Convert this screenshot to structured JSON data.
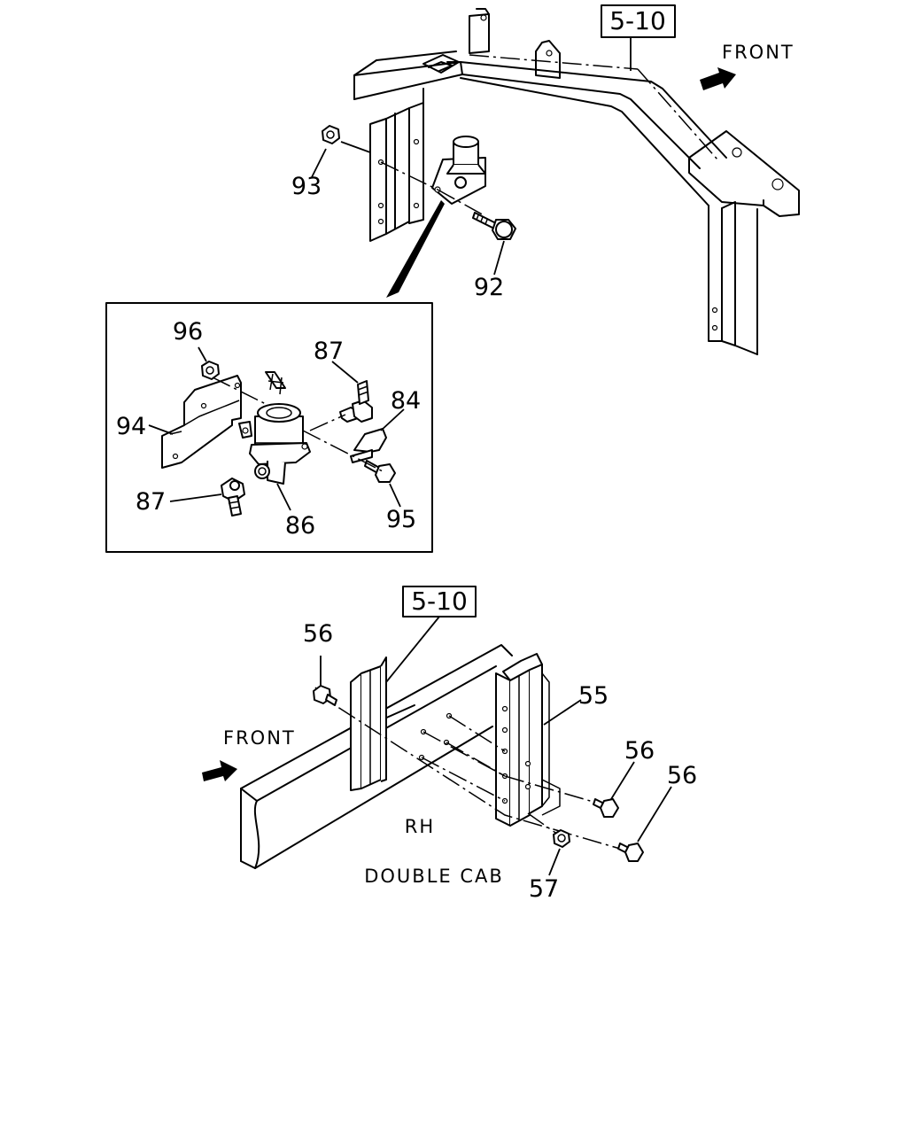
{
  "top_view": {
    "ref_box": "5-10",
    "front": "FRONT",
    "callouts": {
      "c93": "93",
      "c92": "92"
    }
  },
  "detail_view": {
    "callouts": {
      "c96": "96",
      "c87a": "87",
      "c84": "84",
      "c94": "94",
      "c87b": "87",
      "c86": "86",
      "c95": "95"
    }
  },
  "bottom_view": {
    "ref_box": "5-10",
    "front": "FRONT",
    "side_label": "RH",
    "variant_label": "DOUBLE CAB",
    "callouts": {
      "c56a": "56",
      "c55": "55",
      "c56b": "56",
      "c56c": "56",
      "c57": "57"
    }
  }
}
